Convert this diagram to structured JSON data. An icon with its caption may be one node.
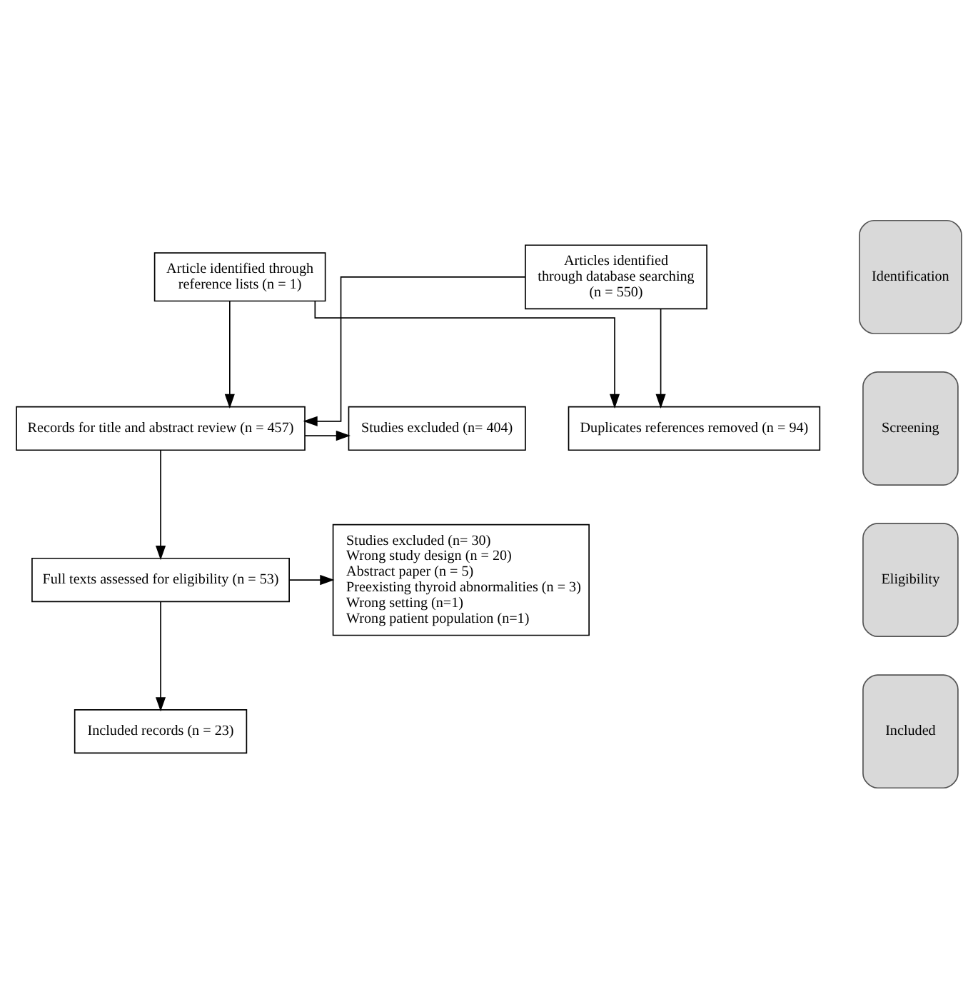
{
  "diagram": {
    "nodes": [
      {
        "text": [
          "Identification"
        ]
      },
      {
        "text": [
          "Articles identified through database searching (n = 550)"
        ]
      },
      {
        "text": [
          "Article identified through reference lists (n = 1)"
        ]
      },
      {
        "text": [
          "Duplicates references removed (n = 94)"
        ]
      },
      {
        "text": [
          "Screening"
        ]
      },
      {
        "text": [
          "Records for title and abstract review (n = 457)"
        ]
      },
      {
        "text": [
          "Studies excluded (n= 404)"
        ]
      },
      {
        "text": [
          "Eligibility"
        ]
      },
      {
        "text": [
          "Full texts assessed for eligibility (n = 53)"
        ]
      },
      {
        "text": [
          "Studies excluded (n= 30)",
          "Wrong study design (n = 20)",
          "Abstract paper (n = 5)",
          "Preexisting thyroid abnormalities (n = 3)",
          "Wrong setting (n=1)",
          "Wrong patient population (n=1)"
        ]
      },
      {
        "text": [
          "Included"
        ]
      },
      {
        "text": [
          "Included records (n = 23)"
        ]
      }
    ],
    "edges": [
      {
        "from": 1,
        "to": 5,
        "arrow": "to"
      },
      {
        "from": 2,
        "to": 5,
        "arrow": "to"
      },
      {
        "from": 1,
        "to": 3,
        "arrow": "to"
      },
      {
        "from": 2,
        "to": 3,
        "arrow": "to"
      },
      {
        "from": 5,
        "to": 6,
        "arrow": "to"
      },
      {
        "from": 5,
        "to": 8,
        "arrow": "to"
      },
      {
        "from": 8,
        "to": 9,
        "arrow": "to"
      },
      {
        "from": 8,
        "to": 11,
        "arrow": "to"
      }
    ]
  }
}
